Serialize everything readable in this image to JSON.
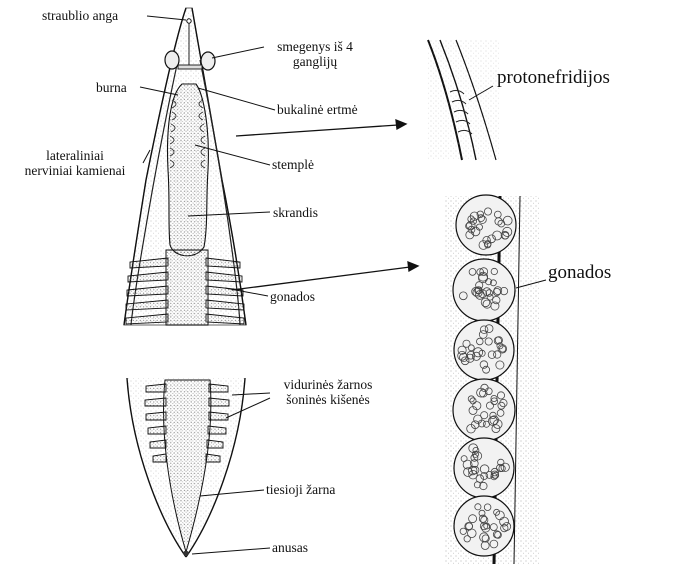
{
  "labels": {
    "proboscis_pore": "straublio anga",
    "brain": "smegenys iš 4",
    "brain_line2": "ganglijų",
    "mouth": "burna",
    "buccal_cavity": "bukalinė ertmė",
    "lateral_nerves": "lateraliniai",
    "lateral_nerves_line2": "nerviniai kamienai",
    "esophagus": "stemplė",
    "stomach": "skrandis",
    "gonads_small": "gonados",
    "midgut_pockets": "vidurinės žarnos",
    "midgut_pockets_line2": "šoninės kišenės",
    "rectum": "tiesioji žarna",
    "anus": "anusas",
    "protonephridia": "protonefridijos",
    "gonads_big": "gonados"
  },
  "colors": {
    "ink": "#111111",
    "tissue": "#e9e9e9",
    "stipple": "#8a8a8a",
    "gonad_fill": "#f4f4f4"
  }
}
